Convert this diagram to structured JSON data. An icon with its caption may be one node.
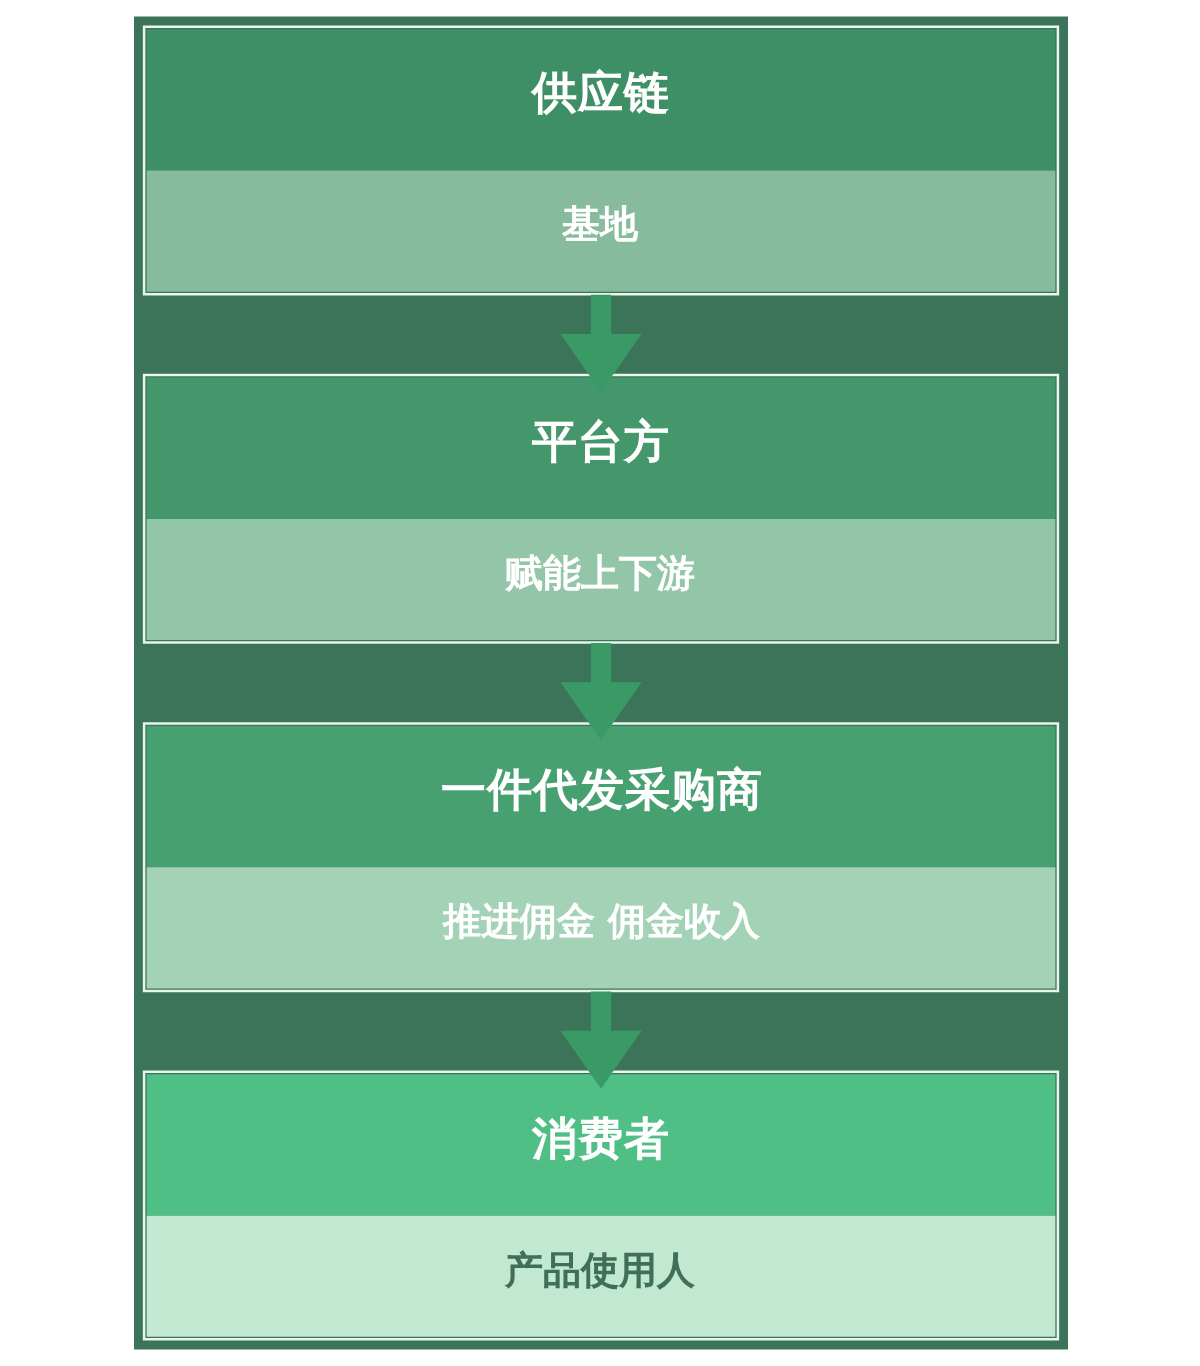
{
  "diagram": {
    "nodes": [
      {
        "text": [
          "供应链",
          "基地"
        ]
      },
      {
        "text": [
          "平台方",
          "赋能上下游"
        ]
      },
      {
        "text": [
          "一件代发采购商",
          "推进佣金 佣金收入"
        ]
      },
      {
        "text": [
          "消费者",
          "产品使用人"
        ]
      }
    ],
    "edges": [
      {
        "from": 0,
        "to": 1,
        "arrow": "to"
      },
      {
        "from": 1,
        "to": 2,
        "arrow": "to"
      },
      {
        "from": 2,
        "to": 3,
        "arrow": "to"
      }
    ]
  }
}
